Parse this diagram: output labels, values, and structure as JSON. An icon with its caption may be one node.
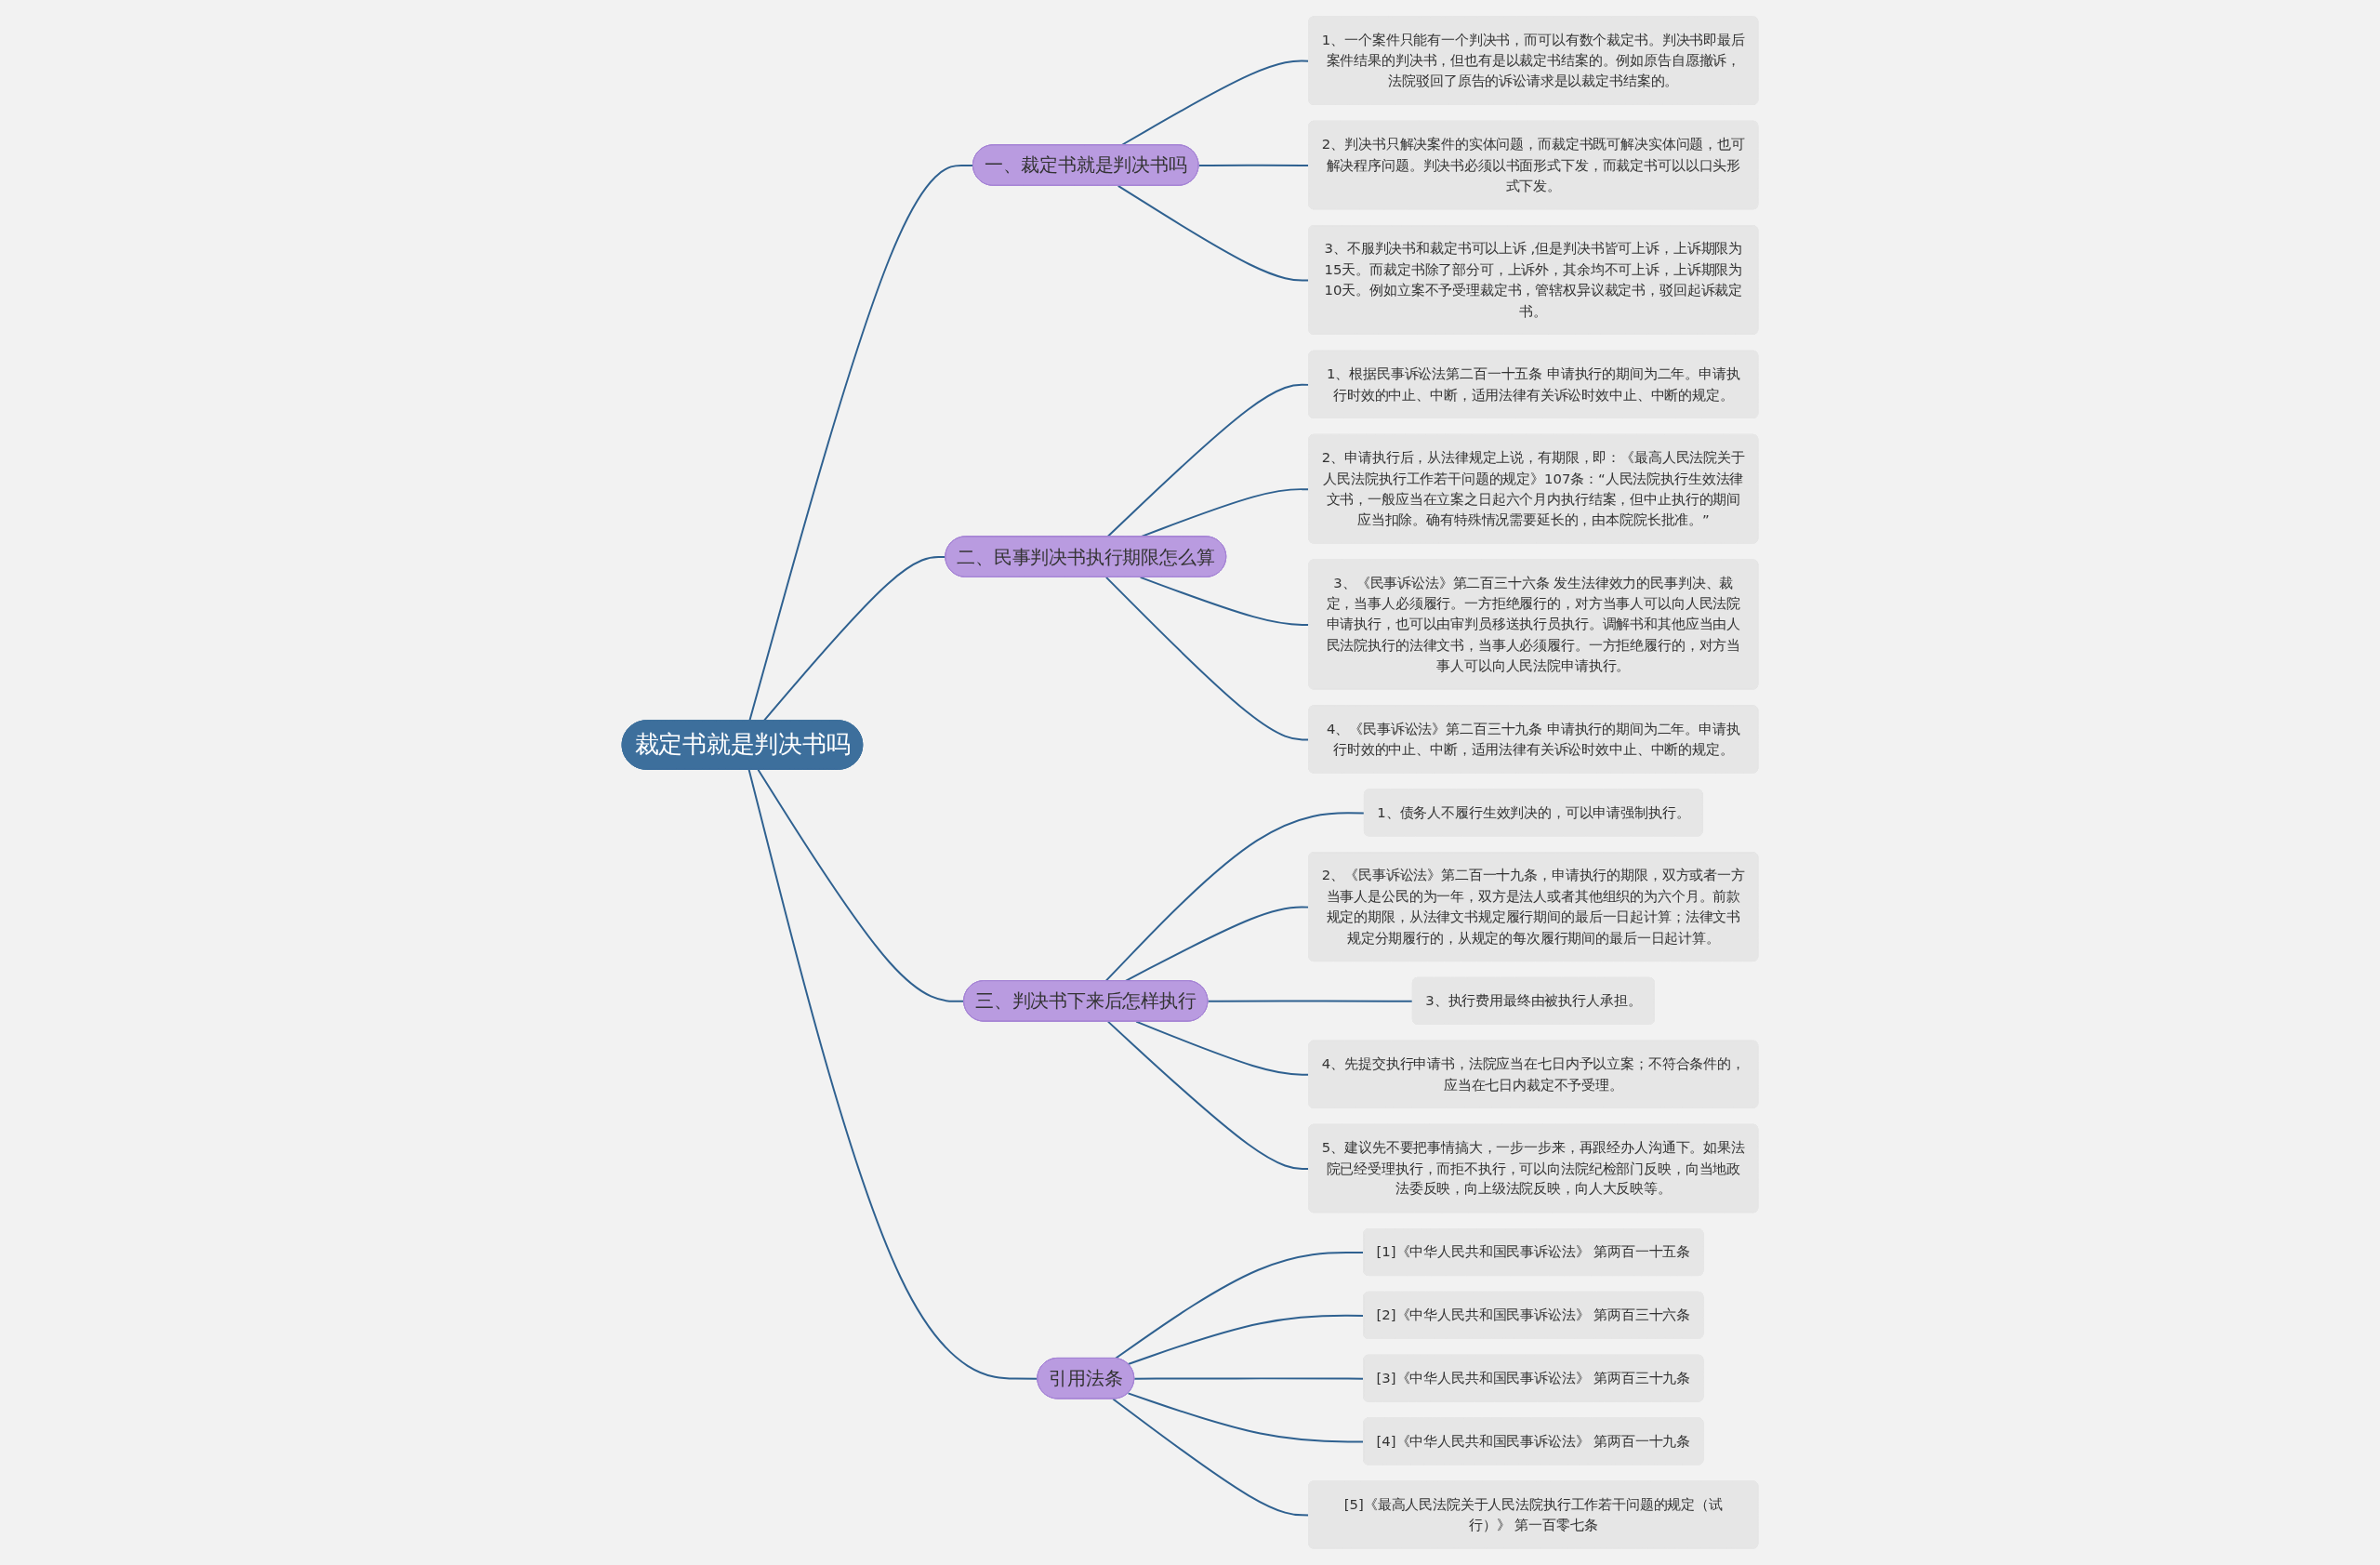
{
  "diagram": {
    "nodes": [
      {
        "text": [
          "裁定书就是判决书吗"
        ]
      },
      {
        "text": [
          "一、裁定书就是判决书吗"
        ]
      },
      {
        "text": [
          "1、一个案件只能有一个判决书，而可以有数个裁定书。判决书即最后案件结果的判决书，但也有是以裁定书结案的。例如原告自愿撤诉，法院驳回了原告的诉讼请求是以裁定书结案的。"
        ]
      },
      {
        "text": [
          "2、判决书只解决案件的实体问题，而裁定书既可解决实体问题，也可解决程序问题。判决书必须以书面形式下发，而裁定书可以以口头形式下发。"
        ]
      },
      {
        "text": [
          "3、不服判决书和裁定书可以上诉 ,但是判决书皆可上诉，上诉期限为15天。而裁定书除了部分可，上诉外，其余均不可上诉，上诉期限为10天。例如立案不予受理裁定书，管辖权异议裁定书，驳回起诉裁定书。"
        ]
      },
      {
        "text": [
          "二、民事判决书执行期限怎么算"
        ]
      },
      {
        "text": [
          "1、根据民事诉讼法第二百一十五条 申请执行的期间为二年。申请执行时效的中止、中断，适用法律有关诉讼时效中止、中断的规定。"
        ]
      },
      {
        "text": [
          "2、申请执行后，从法律规定上说，有期限，即：《最高人民法院关于人民法院执行工作若干问题的规定》107条：“人民法院执行生效法律文书，一般应当在立案之日起六个月内执行结案，但中止执行的期间应当扣除。确有特殊情况需要延长的，由本院院长批准。”"
        ]
      },
      {
        "text": [
          "3、《民事诉讼法》第二百三十六条 发生法律效力的民事判决、裁定，当事人必须履行。一方拒绝履行的，对方当事人可以向人民法院申请执行，也可以由审判员移送执行员执行。调解书和其他应当由人民法院执行的法律文书，当事人必须履行。一方拒绝履行的，对方当事人可以向人民法院申请执行。"
        ]
      },
      {
        "text": [
          "4、《民事诉讼法》第二百三十九条 申请执行的期间为二年。申请执行时效的中止、中断，适用法律有关诉讼时效中止、中断的规定。"
        ]
      },
      {
        "text": [
          "三、判决书下来后怎样执行"
        ]
      },
      {
        "text": [
          "1、债务人不履行生效判决的，可以申请强制执行。"
        ]
      },
      {
        "text": [
          "2、《民事诉讼法》第二百一十九条，申请执行的期限，双方或者一方当事人是公民的为一年，双方是法人或者其他组织的为六个月。前款规定的期限，从法律文书规定履行期间的最后一日起计算；法律文书规定分期履行的，从规定的每次履行期间的最后一日起计算。"
        ]
      },
      {
        "text": [
          "3、执行费用最终由被执行人承担。"
        ]
      },
      {
        "text": [
          "4、先提交执行申请书，法院应当在七日内予以立案；不符合条件的，应当在七日内裁定不予受理。"
        ]
      },
      {
        "text": [
          "5、建议先不要把事情搞大，一步一步来，再跟经办人沟通下。如果法院已经受理执行，而拒不执行，可以向法院纪检部门反映，向当地政法委反映，向上级法院反映，向人大反映等。"
        ]
      },
      {
        "text": [
          "引用法条"
        ]
      },
      {
        "text": [
          "[1]《中华人民共和国民事诉讼法》 第两百一十五条"
        ]
      },
      {
        "text": [
          "[2]《中华人民共和国民事诉讼法》 第两百三十六条"
        ]
      },
      {
        "text": [
          "[3]《中华人民共和国民事诉讼法》 第两百三十九条"
        ]
      },
      {
        "text": [
          "[4]《中华人民共和国民事诉讼法》 第两百一十九条"
        ]
      },
      {
        "text": [
          "[5]《最高人民法院关于人民法院执行工作若干问题的规定（试行）》 第一百零七条"
        ]
      }
    ],
    "edges": [
      {
        "from": 0,
        "to": 1,
        "arrow": "none"
      },
      {
        "from": 1,
        "to": 2,
        "arrow": "none"
      },
      {
        "from": 1,
        "to": 3,
        "arrow": "none"
      },
      {
        "from": 1,
        "to": 4,
        "arrow": "none"
      },
      {
        "from": 0,
        "to": 5,
        "arrow": "none"
      },
      {
        "from": 5,
        "to": 6,
        "arrow": "none"
      },
      {
        "from": 5,
        "to": 7,
        "arrow": "none"
      },
      {
        "from": 5,
        "to": 8,
        "arrow": "none"
      },
      {
        "from": 5,
        "to": 9,
        "arrow": "none"
      },
      {
        "from": 0,
        "to": 10,
        "arrow": "none"
      },
      {
        "from": 10,
        "to": 11,
        "arrow": "none"
      },
      {
        "from": 10,
        "to": 12,
        "arrow": "none"
      },
      {
        "from": 10,
        "to": 13,
        "arrow": "none"
      },
      {
        "from": 10,
        "to": 14,
        "arrow": "none"
      },
      {
        "from": 10,
        "to": 15,
        "arrow": "none"
      },
      {
        "from": 0,
        "to": 16,
        "arrow": "none"
      },
      {
        "from": 16,
        "to": 17,
        "arrow": "none"
      },
      {
        "from": 16,
        "to": 18,
        "arrow": "none"
      },
      {
        "from": 16,
        "to": 19,
        "arrow": "none"
      },
      {
        "from": 16,
        "to": 20,
        "arrow": "none"
      },
      {
        "from": 16,
        "to": 21,
        "arrow": "none"
      }
    ]
  }
}
